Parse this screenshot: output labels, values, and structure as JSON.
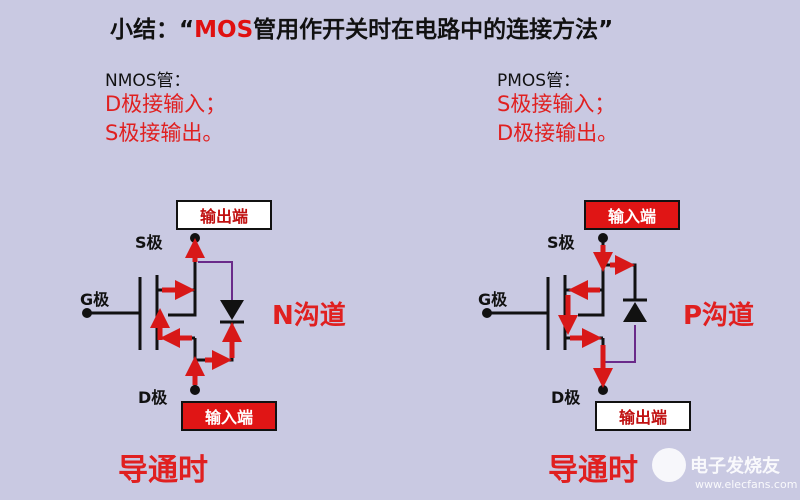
{
  "title": {
    "prefix": "小结：“",
    "highlight": "MOS",
    "suffix": "管用作开关时在电路中的连接方法”"
  },
  "nmos": {
    "heading": "NMOS管：",
    "rule1": "D极接输入；",
    "rule2": "S极接输出。",
    "top_box": "输出端",
    "bottom_box": "输入端",
    "s_label": "S极",
    "g_label": "G极",
    "d_label": "D极",
    "channel": "N沟道",
    "state": "导通时"
  },
  "pmos": {
    "heading": "PMOS管：",
    "rule1": "S极接输入；",
    "rule2": "D极接输出。",
    "top_box": "输入端",
    "bottom_box": "输出端",
    "s_label": "S极",
    "g_label": "G极",
    "d_label": "D极",
    "channel": "P沟道",
    "state": "导通时"
  },
  "watermark": {
    "name": "电子发烧友",
    "url": "www.elecfans.com"
  },
  "colors": {
    "background": "#c9c9e2",
    "accent": "#e01010",
    "body_diode_wire": "#6a2a8a"
  }
}
